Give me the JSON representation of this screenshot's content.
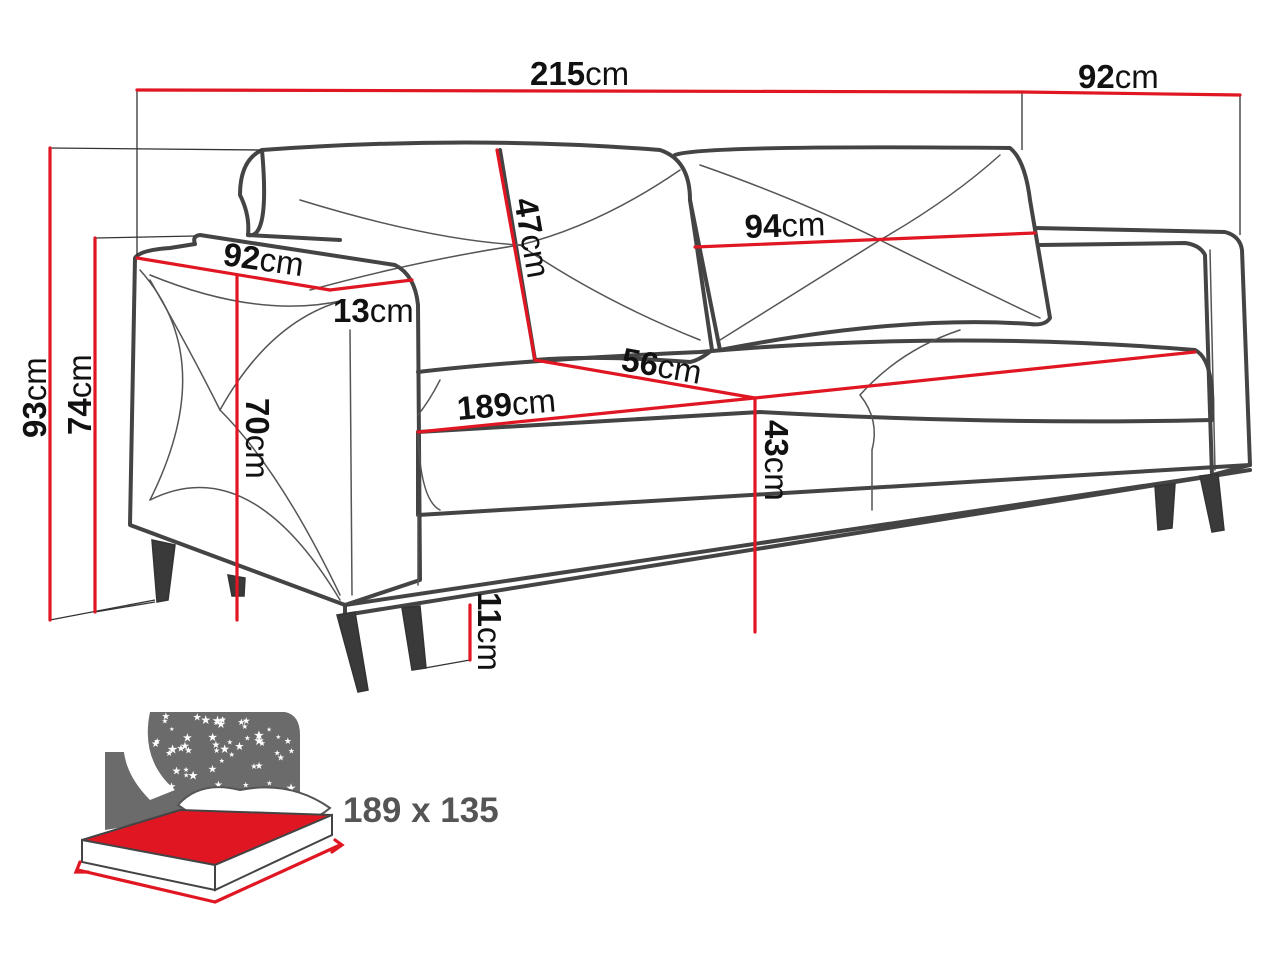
{
  "colors": {
    "dimension_line": "#e01722",
    "outline": "#444444",
    "text": "#111111",
    "bed_text": "#555555",
    "mattress_fill": "#e01722",
    "night_sky": "#6b6b6b"
  },
  "dimensions": {
    "total_width": {
      "value": "215",
      "unit": "cm"
    },
    "total_depth": {
      "value": "92",
      "unit": "cm"
    },
    "total_height": {
      "value": "93",
      "unit": "cm"
    },
    "armrest_height": {
      "value": "74",
      "unit": "cm"
    },
    "armrest_depth": {
      "value": "92",
      "unit": "cm"
    },
    "armrest_width": {
      "value": "13",
      "unit": "cm"
    },
    "backrest_height": {
      "value": "47",
      "unit": "cm"
    },
    "cushion_width": {
      "value": "94",
      "unit": "cm"
    },
    "seat_depth": {
      "value": "56",
      "unit": "cm"
    },
    "seat_width": {
      "value": "189",
      "unit": "cm"
    },
    "side_height": {
      "value": "70",
      "unit": "cm"
    },
    "seat_height": {
      "value": "43",
      "unit": "cm"
    },
    "leg_height": {
      "value": "11",
      "unit": "cm"
    }
  },
  "sleeping_area": {
    "label": "189 x 135"
  },
  "icons": {
    "bed": "bed-night-icon",
    "sofa": "sofa-drawing"
  }
}
